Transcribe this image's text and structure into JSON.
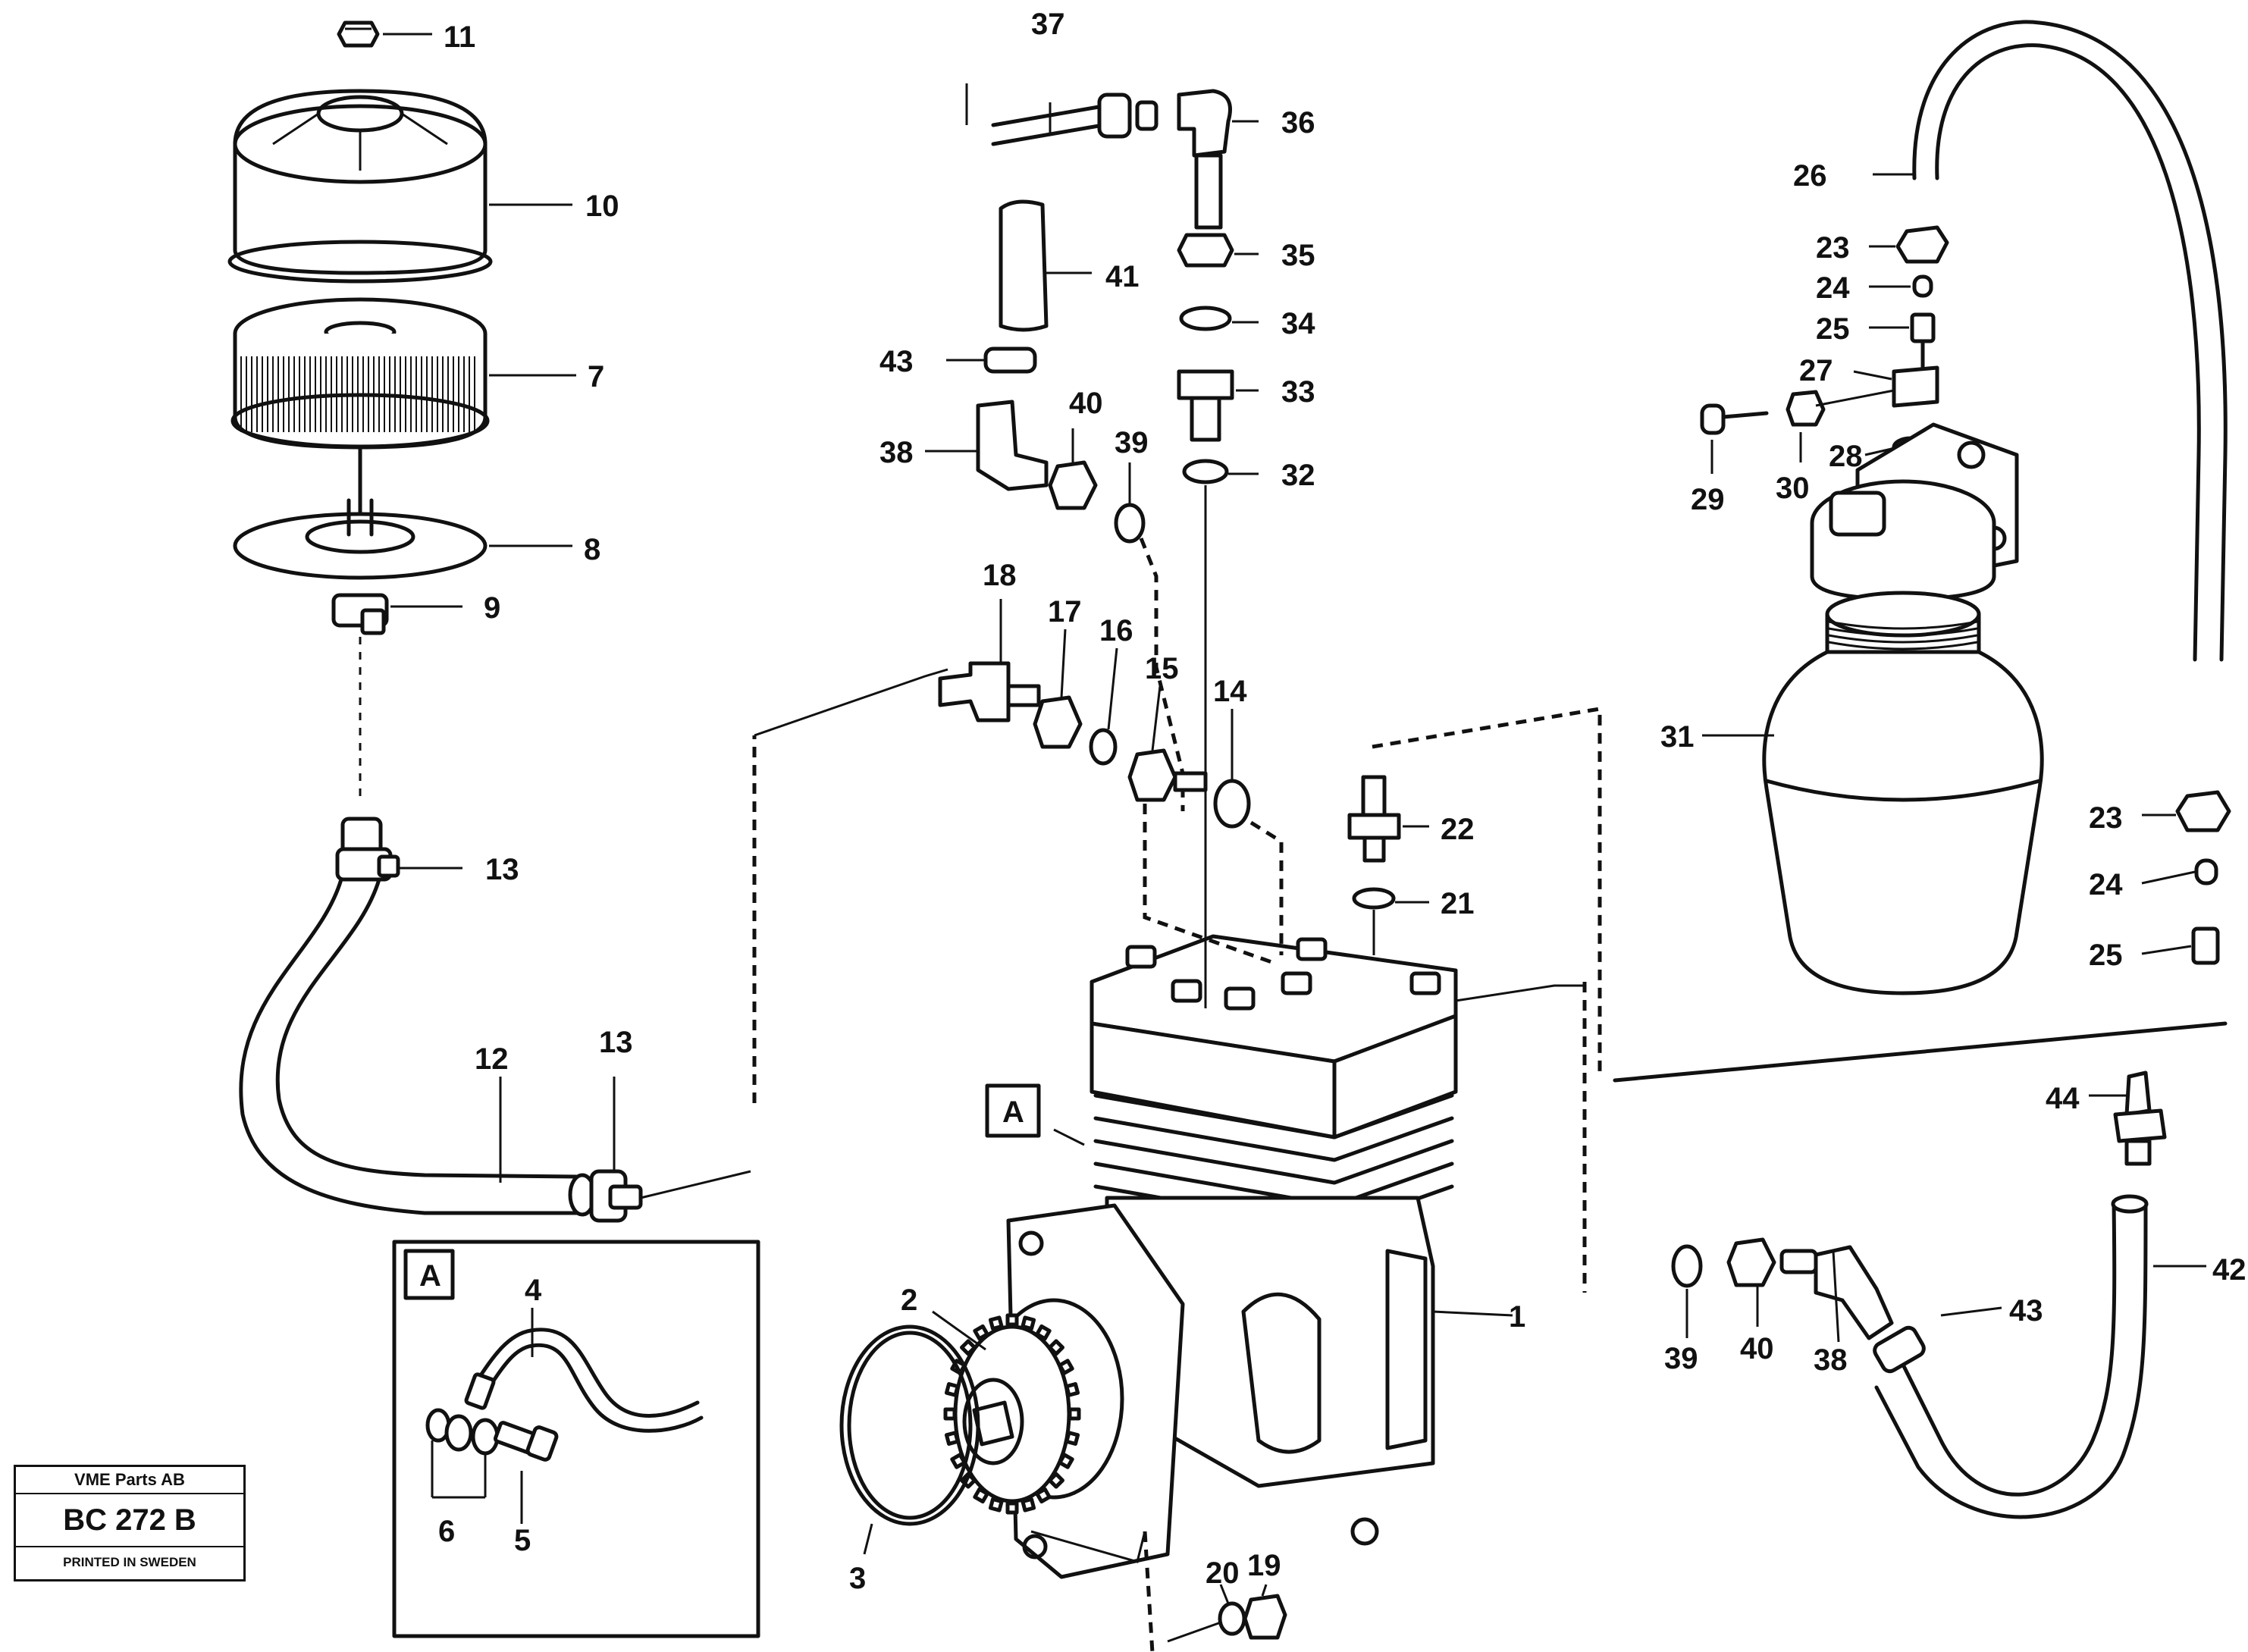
{
  "callouts": {
    "n1": "1",
    "n2": "2",
    "n3": "3",
    "n4": "4",
    "n5": "5",
    "n6": "6",
    "n7": "7",
    "n8": "8",
    "n9": "9",
    "n10": "10",
    "n11": "11",
    "n12": "12",
    "n13a": "13",
    "n13b": "13",
    "n14": "14",
    "n15": "15",
    "n16": "16",
    "n17": "17",
    "n18": "18",
    "n19": "19",
    "n20": "20",
    "n21": "21",
    "n22": "22",
    "n23a": "23",
    "n23b": "23",
    "n24a": "24",
    "n24b": "24",
    "n25a": "25",
    "n25b": "25",
    "n26": "26",
    "n27": "27",
    "n28": "28",
    "n29": "29",
    "n30": "30",
    "n31": "31",
    "n32": "32",
    "n33": "33",
    "n34": "34",
    "n35": "35",
    "n36": "36",
    "n37": "37",
    "n38a": "38",
    "n38b": "38",
    "n39a": "39",
    "n39b": "39",
    "n40a": "40",
    "n40b": "40",
    "n41": "41",
    "n42": "42",
    "n43a": "43",
    "n43b": "43",
    "n44": "44"
  },
  "detail_markers": {
    "main": "A",
    "inset": "A"
  },
  "title_block": {
    "company": "VME Parts AB",
    "code": "BC 272 B",
    "printed": "PRINTED IN SWEDEN"
  }
}
